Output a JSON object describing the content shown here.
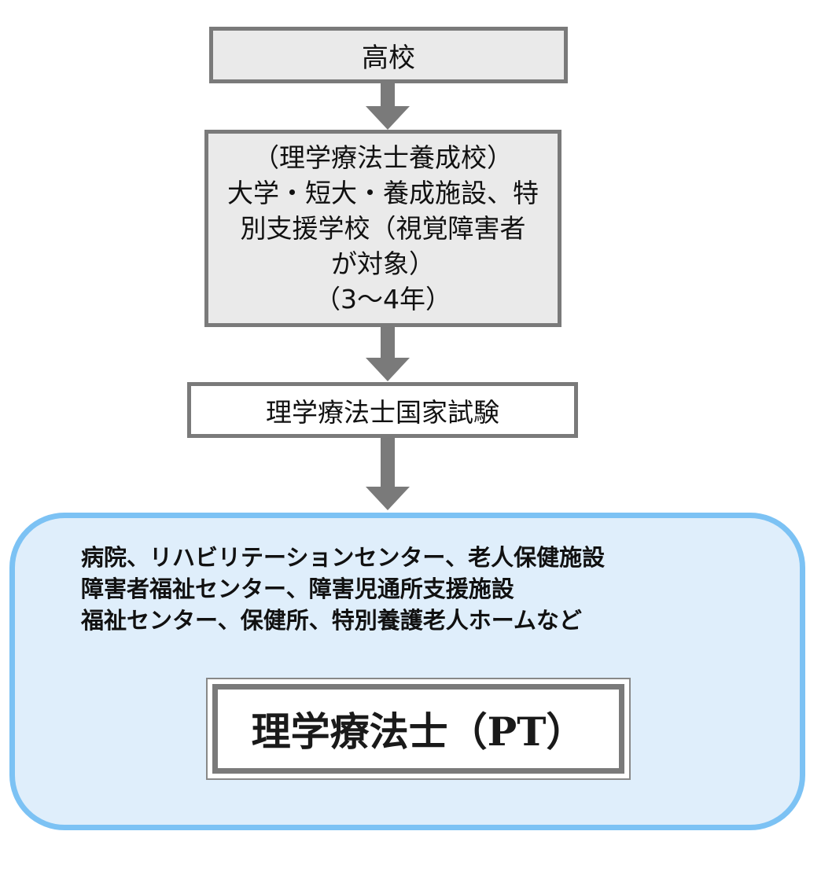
{
  "flow": {
    "step_highschool": "高校",
    "step_school_lines": [
      "（理学療法士養成校）",
      "大学・短大・養成施設、特",
      "別支援学校（視覚障害者",
      "が対象）",
      "（3〜4年）"
    ],
    "step_exam": "理学療法士国家試験"
  },
  "workplaces": {
    "lines": [
      "病院、リハビリテーションセンター、老人保健施設",
      "障害者福祉センター、障害児通所支援施設",
      "福祉センター、保健所、特別養護老人ホームなど"
    ],
    "title": "理学療法士（PT）"
  },
  "colors": {
    "box_border": "#7a7a7a",
    "box_fill": "#eaeaea",
    "panel_fill": "#dfeefb",
    "panel_border": "#7cc2f4",
    "arrow": "#7a7a7a"
  }
}
